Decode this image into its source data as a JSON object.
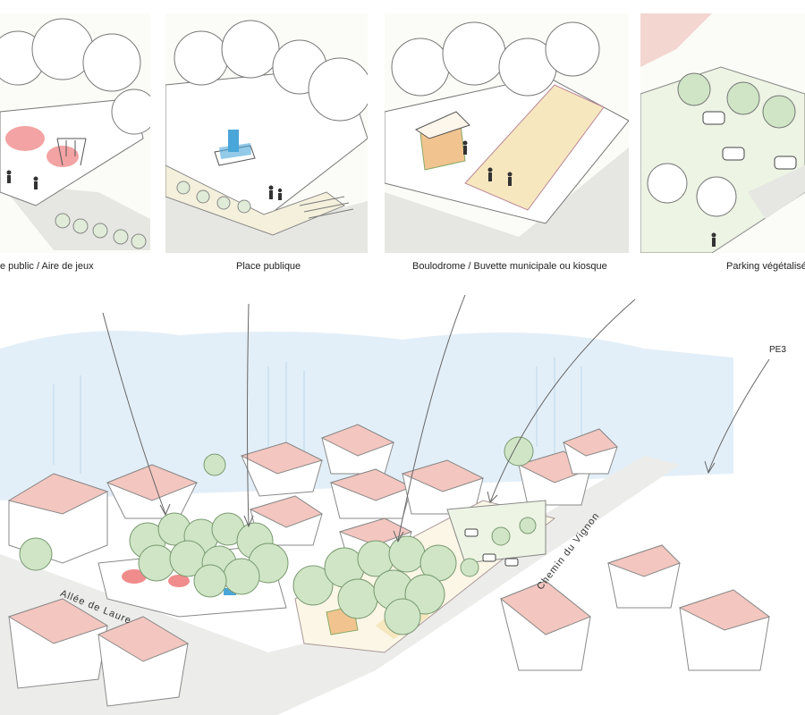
{
  "panels": [
    {
      "caption": "e public / Aire de jeux"
    },
    {
      "caption": "Place publique"
    },
    {
      "caption": "Boulodrome / Buvette municipale ou kiosque"
    },
    {
      "caption": "Parking végétalisé"
    }
  ],
  "scene": {
    "street_left": "Allée de Laure",
    "street_right": "Chemin du Vignon",
    "marker": "PE3"
  },
  "colors": {
    "roof": "#f3c6bf",
    "tree_fill": "#cfe5c6",
    "sky_wash": "#dcebf6",
    "playground": "#f08c8c",
    "fountain": "#4aa6d8",
    "boules_court": "#f6e7bf",
    "kiosk": "#f1c48f",
    "ink": "#555555"
  },
  "icons": [
    "tree-icon",
    "fountain-icon",
    "swing-icon",
    "car-icon",
    "person-icon",
    "kiosk-icon",
    "arrow-icon"
  ]
}
